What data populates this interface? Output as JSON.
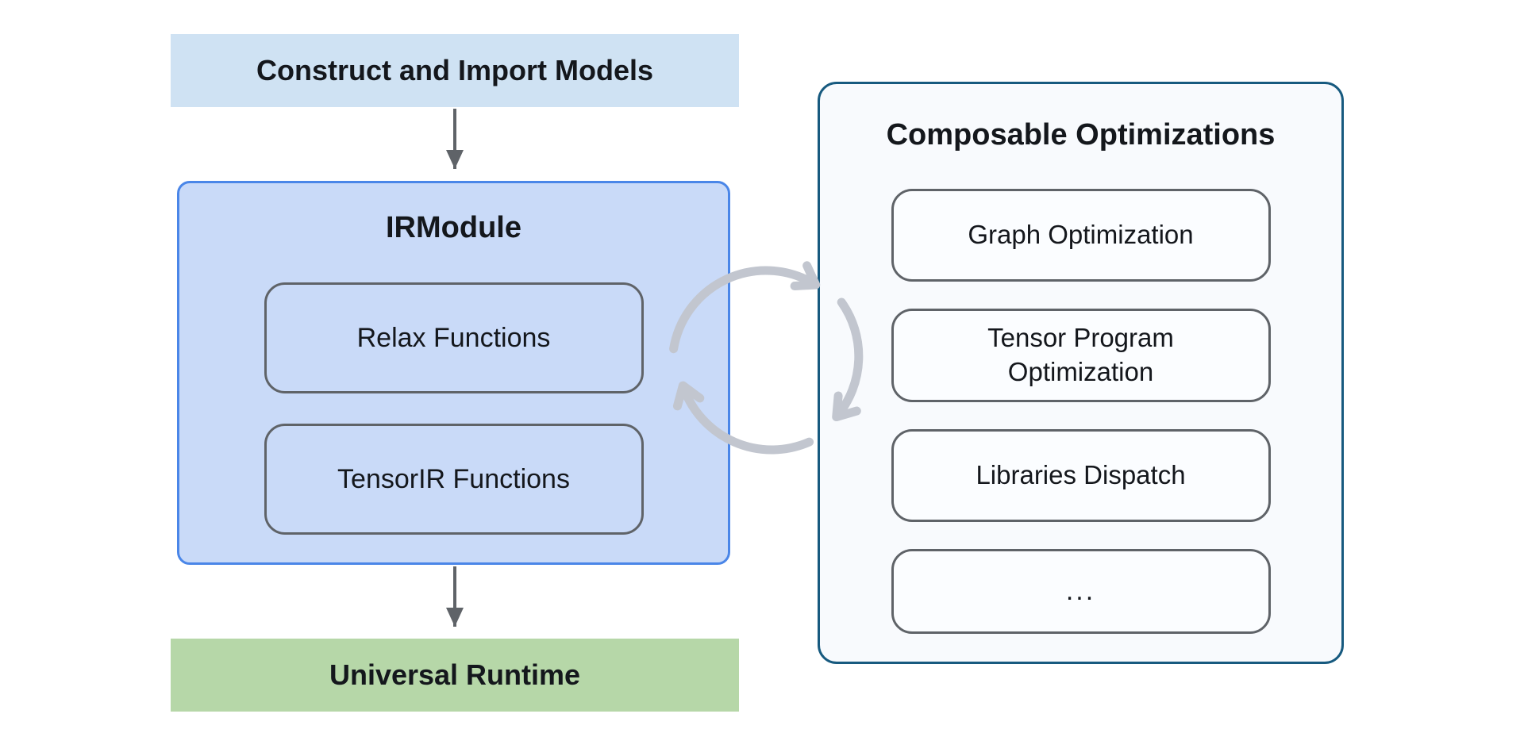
{
  "colors": {
    "top_box_fill": "#cfe2f3",
    "irmodule_fill": "#c9daf8",
    "irmodule_border": "#4a86e8",
    "function_box_border": "#5f6368",
    "runtime_fill": "#b6d7a8",
    "panel_fill": "#f8fafd",
    "panel_border": "#175a7f",
    "panel_item_fill": "#fbfdff",
    "panel_item_border": "#5f6368",
    "cycle_arrow": "#c2c6cf",
    "straight_arrow": "#5f6368",
    "text_color": "#14171c"
  },
  "pipeline": {
    "import_label": "Construct and Import Models",
    "irmodule_title": "IRModule",
    "relax_label": "Relax Functions",
    "tensorir_label": "TensorIR Functions",
    "runtime_label": "Universal Runtime"
  },
  "optimizations": {
    "title": "Composable Optimizations",
    "items": [
      {
        "label": "Graph Optimization"
      },
      {
        "label": "Tensor Program Optimization"
      },
      {
        "label": "Libraries Dispatch"
      },
      {
        "label": "..."
      }
    ]
  }
}
